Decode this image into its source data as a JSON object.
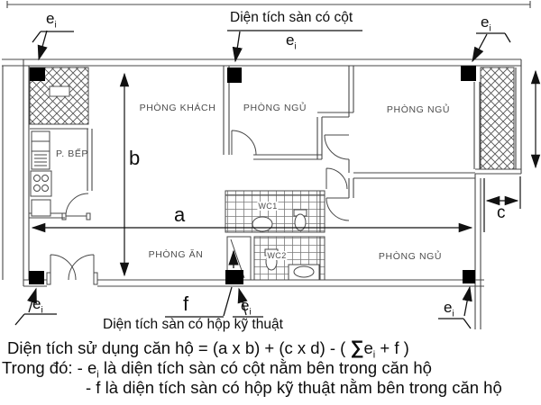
{
  "plan": {
    "notes": {
      "top": "Diện tích sàn có cột",
      "bottom": "Diện tích sàn có hộp kỹ thuật"
    },
    "labels": {
      "e": "e",
      "e_sub": "i",
      "a": "a",
      "b": "b",
      "c": "c",
      "f": "f"
    },
    "rooms": {
      "living": "PHÒNG KHÁCH",
      "bedroom_top": "PHÒNG NGỦ",
      "bedroom_right": "PHÒNG NGỦ",
      "bedroom_bottom": "PHÒNG NGỦ",
      "kitchen": "P. BẾP",
      "dining": "PHÒNG ĂN",
      "wc1": "WC1",
      "wc2": "WC2"
    }
  },
  "formula": {
    "line1": {
      "p1": "Diện tích sử dụng căn hộ = (a x b) + (c x d) - ( ",
      "sigma": "∑",
      "e": "e",
      "sub": "i",
      "p2": " + f )"
    },
    "line2": {
      "p1": "Trong đó: - e",
      "sub": "i",
      "p2": " là diện tích sàn có cột nằm bên trong căn hộ"
    },
    "line3": "- f là diện tích sàn có hộp kỹ thuật nằm bên trong căn hộ"
  },
  "colors": {
    "wall": "#474747",
    "annotation": "#111111",
    "column_fill": "#000000",
    "room_text": "#4d4d4d",
    "background": "#ffffff"
  }
}
